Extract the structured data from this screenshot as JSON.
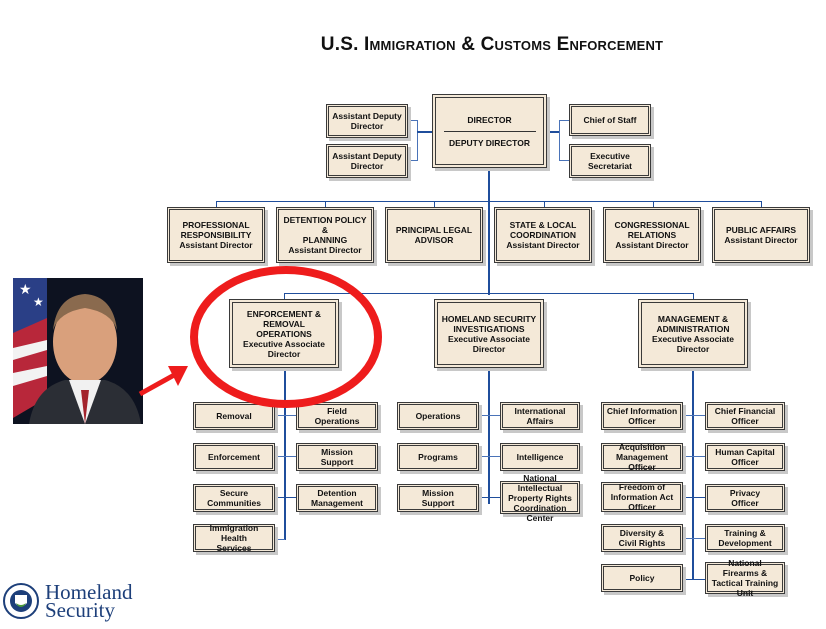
{
  "title": "U.S. Immigration & Customs Enforcement",
  "colors": {
    "box_fill": "#f4e9d8",
    "connector": "#1f4e9c",
    "highlight": "#ee1c1c",
    "brand_blue": "#1d3f7a"
  },
  "top": {
    "director": "DIRECTOR",
    "deputy": "DEPUTY DIRECTOR",
    "left": [
      "Assistant Deputy\nDirector",
      "Assistant Deputy\nDirector"
    ],
    "right": [
      "Chief of Staff",
      "Executive\nSecretariat"
    ]
  },
  "assistant_directors": [
    "PROFESSIONAL\nRESPONSIBILITY\nAssistant Director",
    "DETENTION POLICY &\nPLANNING\nAssistant Director",
    "PRINCIPAL LEGAL\nADVISOR",
    "STATE & LOCAL\nCOORDINATION\nAssistant Director",
    "CONGRESSIONAL\nRELATIONS\nAssistant Director",
    "PUBLIC AFFAIRS\nAssistant Director"
  ],
  "branches": [
    {
      "head": "ENFORCEMENT &\nREMOVAL OPERATIONS\nExecutive Associate\nDirector",
      "left": [
        "Removal",
        "Enforcement",
        "Secure\nCommunities",
        "Immigration\nHealth\nServices"
      ],
      "right": [
        "Field\nOperations",
        "Mission\nSupport",
        "Detention\nManagement"
      ]
    },
    {
      "head": "HOMELAND SECURITY\nINVESTIGATIONS\nExecutive Associate\nDirector",
      "left": [
        "Operations",
        "Programs",
        "Mission\nSupport"
      ],
      "right": [
        "International\nAffairs",
        "Intelligence",
        "National Intellectual\nProperty Rights\nCoordination Center"
      ]
    },
    {
      "head": "MANAGEMENT &\nADMINISTRATION\nExecutive Associate\nDirector",
      "left": [
        "Chief Information\nOfficer",
        "Acquisition\nManagement\nOfficer",
        "Freedom of\nInformation Act\nOfficer",
        "Diversity &\nCivil Rights",
        "Policy"
      ],
      "right": [
        "Chief Financial\nOfficer",
        "Human Capital\nOfficer",
        "Privacy\nOfficer",
        "Training &\nDevelopment",
        "National Firearms &\nTactical Training\nUnit"
      ]
    }
  ],
  "logo": {
    "line1": "Homeland",
    "line2": "Security"
  },
  "photo_icon": "official-portrait"
}
